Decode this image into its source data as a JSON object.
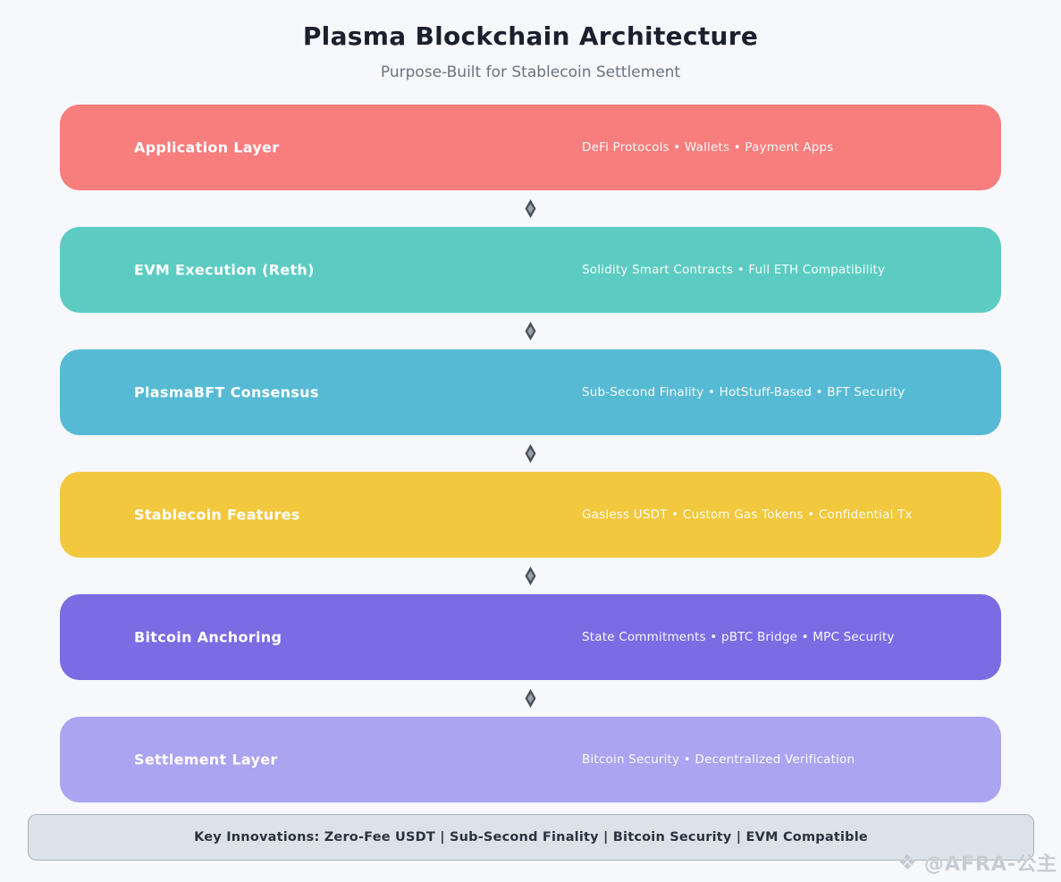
{
  "page": {
    "title": "Plasma Blockchain Architecture",
    "subtitle": "Purpose-Built for Stablecoin Settlement",
    "background_color": "#f7f8fb"
  },
  "layers": [
    {
      "title": "Application Layer",
      "details": "DeFi Protocols • Wallets • Payment Apps",
      "color": "#f87d7d"
    },
    {
      "title": "EVM Execution (Reth)",
      "details": "Solidity Smart Contracts • Full ETH Compatibility",
      "color": "#5cccc2"
    },
    {
      "title": "PlasmaBFT Consensus",
      "details": "Sub-Second Finality • HotStuff-Based • BFT Security",
      "color": "#56bad4"
    },
    {
      "title": "Stablecoin Features",
      "details": "Gasless USDT • Custom Gas Tokens • Confidential Tx",
      "color": "#f2c83e"
    },
    {
      "title": "Bitcoin Anchoring",
      "details": "State Commitments • pBTC Bridge • MPC Security",
      "color": "#7b6ce3"
    },
    {
      "title": "Settlement Layer",
      "details": "Bitcoin Security • Decentralized Verification",
      "color": "#aba4f1"
    }
  ],
  "connector": {
    "icon": "up-down-diamond-icon",
    "color": "#4a5058"
  },
  "footer": {
    "text": "Key Innovations: Zero-Fee USDT | Sub-Second Finality | Bitcoin Security | EVM Compatible"
  },
  "watermark": {
    "icon": "diamond-cluster-icon",
    "icon_glyph": "❖",
    "text": "@AFRA-公主",
    "color": "#c6ccd3"
  }
}
